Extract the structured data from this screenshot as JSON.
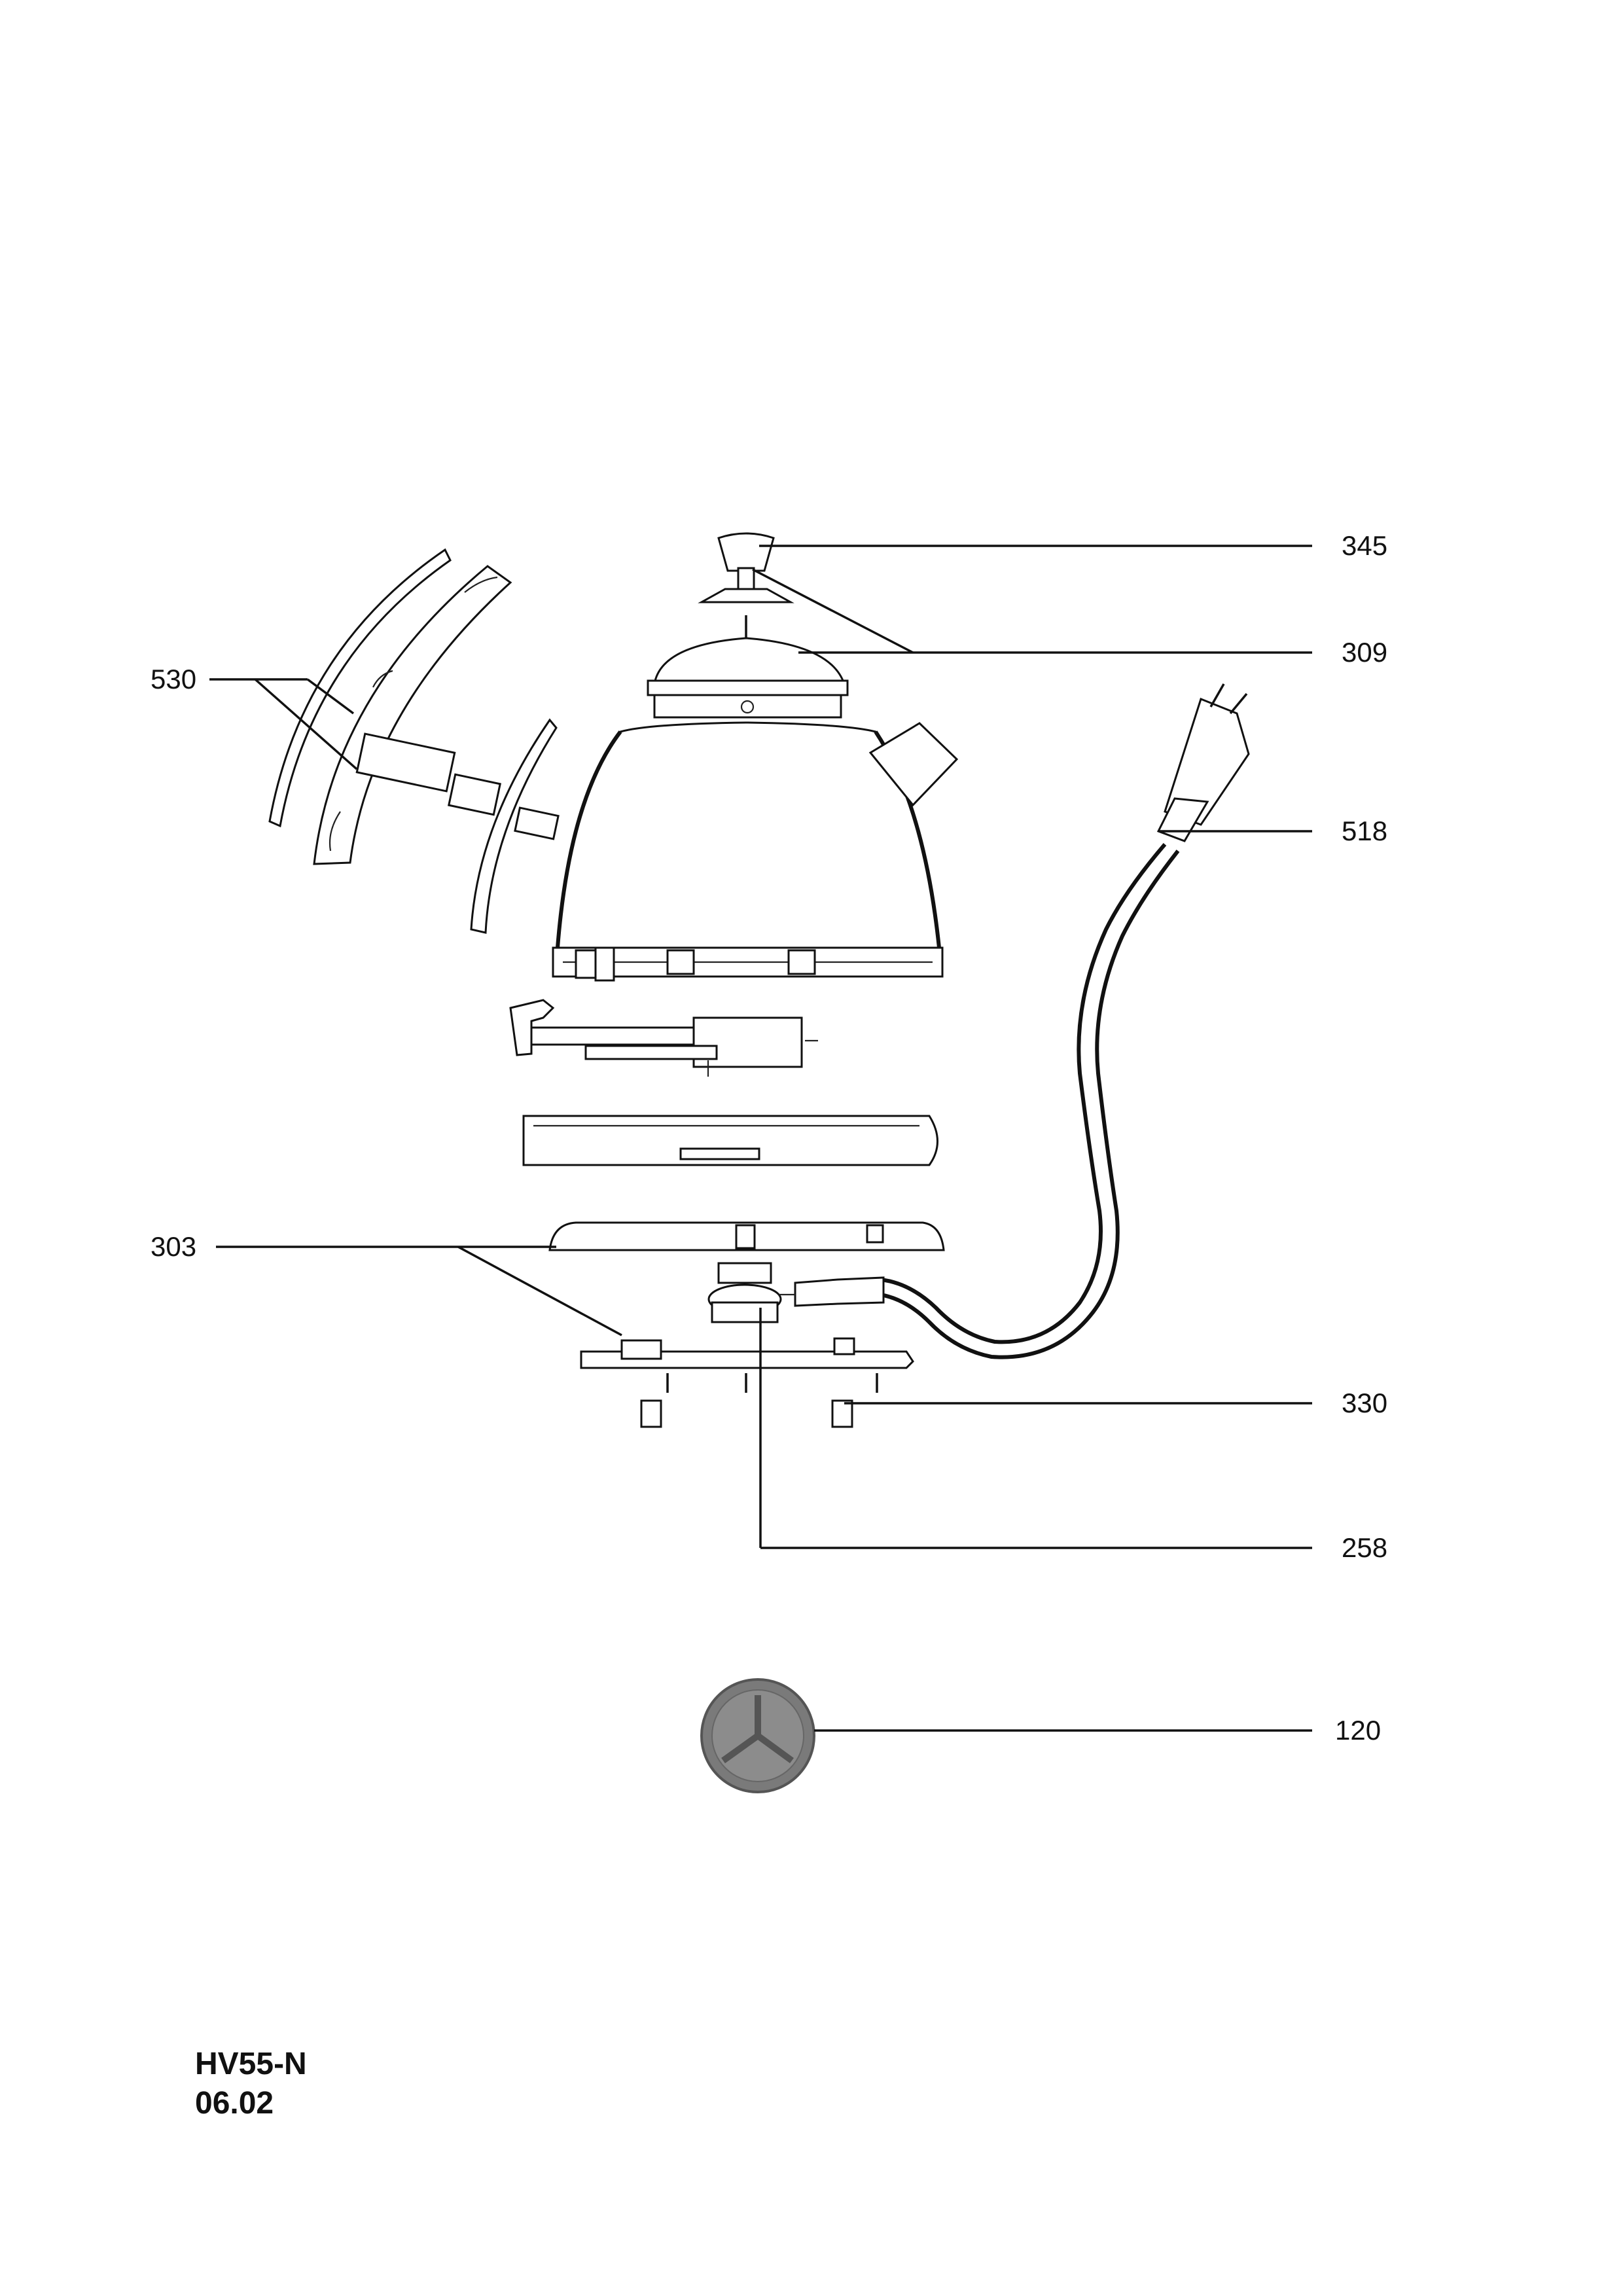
{
  "callouts": {
    "c345": "345",
    "c309": "309",
    "c530": "530",
    "c518": "518",
    "c303": "303",
    "c330": "330",
    "c258": "258",
    "c120": "120"
  },
  "footer": {
    "model": "HV55-N",
    "date": "06.02"
  }
}
